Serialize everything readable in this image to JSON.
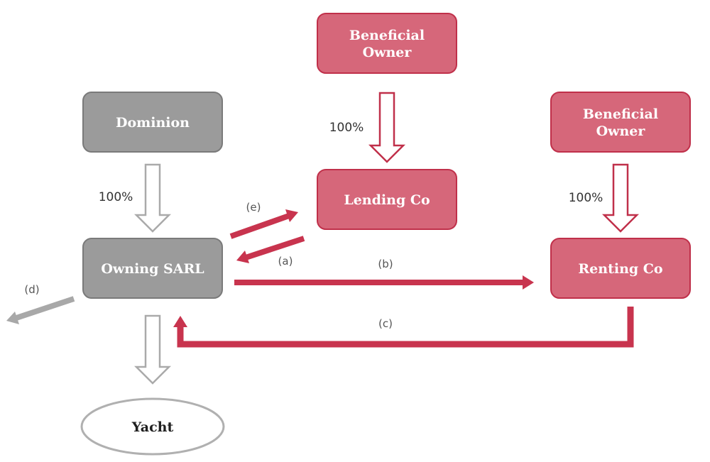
{
  "colors": {
    "red_fill": "#d6677a",
    "red_stroke": "#c0304a",
    "red_arrow": "#c8344e",
    "grey_fill": "#9b9b9b",
    "grey_stroke": "#7a7a7a",
    "grey_arrow": "#a8a8a8",
    "ellipse_stroke": "#b0b0b0"
  },
  "nodes": {
    "beneficial_owner_top": {
      "line1": "Beneficial",
      "line2": "Owner"
    },
    "beneficial_owner_right": {
      "line1": "Beneficial",
      "line2": "Owner"
    },
    "dominion": {
      "label": "Dominion"
    },
    "lending_co": {
      "label": "Lending Co"
    },
    "owning_sarl": {
      "label": "Owning SARL"
    },
    "renting_co": {
      "label": "Renting Co"
    },
    "yacht": {
      "label": "Yacht"
    }
  },
  "ownership": {
    "dominion_to_sarl": "100%",
    "owner_to_lending": "100%",
    "owner_to_renting": "100%"
  },
  "flows": {
    "a": "(a)",
    "b": "(b)",
    "c": "(c)",
    "d": "(d)",
    "e": "(e)"
  }
}
